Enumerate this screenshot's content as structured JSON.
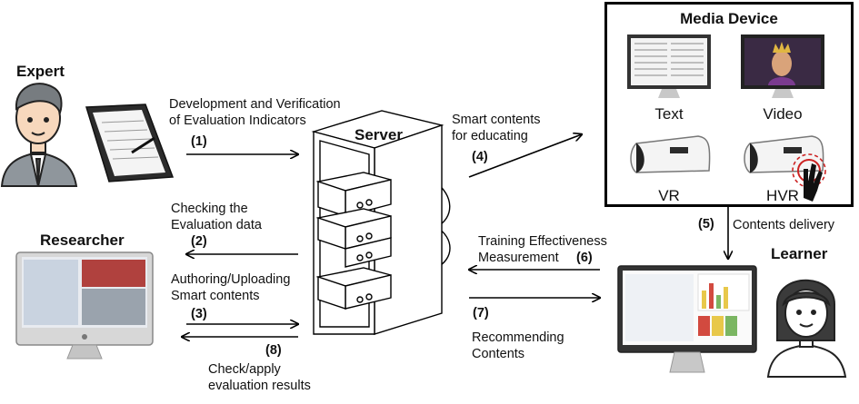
{
  "roles": {
    "expert": "Expert",
    "researcher": "Researcher",
    "server": "Server",
    "learner": "Learner",
    "media_device": "Media Device"
  },
  "media_devices": [
    {
      "label": "Text",
      "icon": "text-monitor-icon"
    },
    {
      "label": "Video",
      "icon": "video-monitor-icon"
    },
    {
      "label": "VR",
      "icon": "vr-headset-icon"
    },
    {
      "label": "HVR",
      "icon": "hvr-headset-icon"
    }
  ],
  "flows": {
    "f1": {
      "line1": "Development and Verification",
      "line2": "of Evaluation Indicators",
      "num": "(1)"
    },
    "f2": {
      "line1": "Checking the",
      "line2": "Evaluation data",
      "num": "(2)"
    },
    "f3": {
      "line1": "Authoring/Uploading",
      "line2": "Smart contents",
      "num": "(3)"
    },
    "f4": {
      "line1": "Smart contents",
      "line2": "for educating",
      "num": "(4)"
    },
    "f5": {
      "num": "(5)",
      "line1": "Contents delivery"
    },
    "f6": {
      "line1": "Training Effectiveness",
      "line2": "Measurement",
      "num": "(6)"
    },
    "f7": {
      "num": "(7)",
      "line1": "Recommending",
      "line2": "Contents"
    },
    "f8": {
      "num": "(8)",
      "line1": "Check/apply",
      "line2": "evaluation results"
    }
  },
  "colors": {
    "stroke": "#000000",
    "screen_dark": "#222222",
    "monitor_silver": "#c8c8c8",
    "hvr_red": "#cc2222"
  }
}
